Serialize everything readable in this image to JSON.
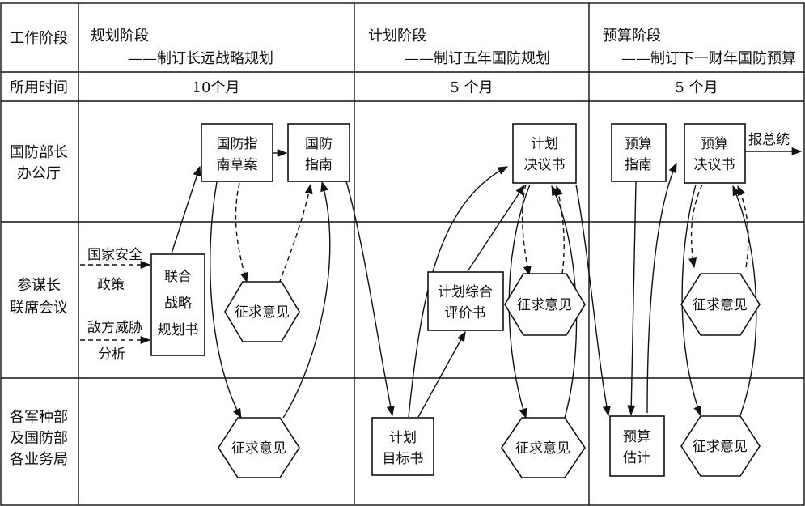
{
  "header": {
    "col_label": "工作阶段",
    "stages": [
      {
        "title": "规划阶段",
        "subtitle": "——制订长远战略规划"
      },
      {
        "title": "计划阶段",
        "subtitle": "——制订五年国防规划"
      },
      {
        "title": "预算阶段",
        "subtitle": "——制订下一财年国防预算"
      }
    ]
  },
  "time_row": {
    "label": "所用时间",
    "values": [
      "10个月",
      "5 个月",
      "5 个月"
    ]
  },
  "rows": [
    {
      "label_lines": [
        "国防部长",
        "办公厅"
      ]
    },
    {
      "label_lines": [
        "参谋长",
        "联席会议"
      ]
    },
    {
      "label_lines": [
        "各军种部",
        "及国防部",
        "各业务局"
      ]
    }
  ],
  "boxes": {
    "guide_draft": [
      "国防指",
      "南草案"
    ],
    "guide": [
      "国防",
      "指南"
    ],
    "joint_plan": [
      "联合",
      "战略",
      "规划书"
    ],
    "plan_decision": [
      "计划",
      "决议书"
    ],
    "eval": [
      "计划综合",
      "评价书"
    ],
    "target": [
      "计划",
      "目标书"
    ],
    "budget_guide": [
      "预算",
      "指南"
    ],
    "budget_decision": [
      "预算",
      "决议书"
    ],
    "budget_estimate": [
      "预算",
      "估计"
    ]
  },
  "inputs": {
    "security": [
      "国家安全",
      "政策"
    ],
    "threat": [
      "敌方威胁",
      "分析"
    ]
  },
  "hexagon_label": "征求意见",
  "output_label": "报总统"
}
